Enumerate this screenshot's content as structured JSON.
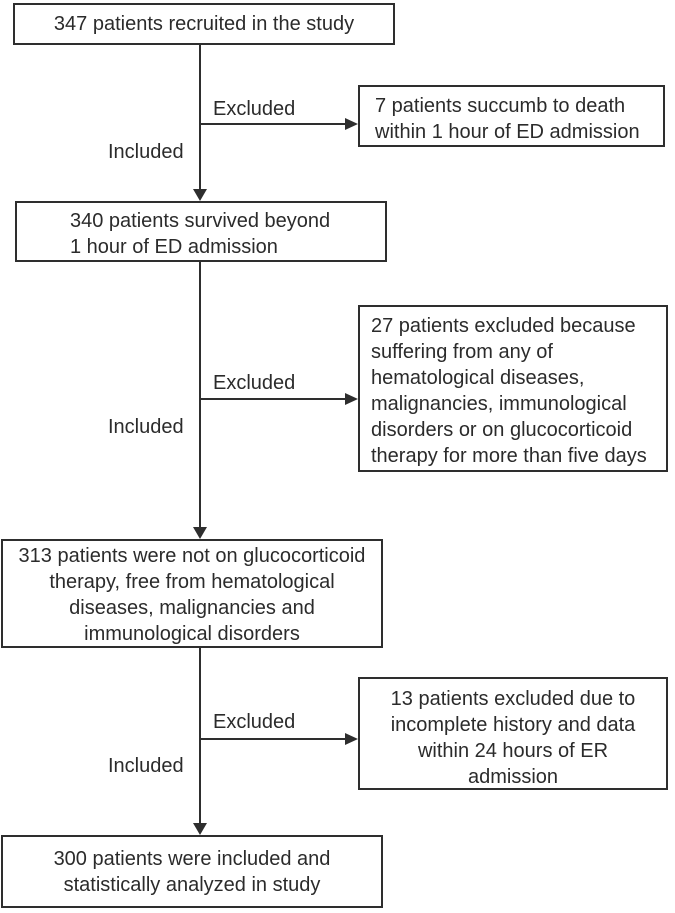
{
  "diagram": {
    "type": "flowchart",
    "colors": {
      "background": "#ffffff",
      "border": "#2e2e2e",
      "text": "#2b2b2b"
    },
    "main_boxes": [
      {
        "id": "recruited",
        "text": "347 patients recruited in the study"
      },
      {
        "id": "survived",
        "text": "340 patients survived beyond\n1 hour of ED admission"
      },
      {
        "id": "eligible",
        "text": "313 patients were not on glucocorticoid\ntherapy, free from hematological\ndiseases, malignancies and\nimmunological disorders"
      },
      {
        "id": "analyzed",
        "text": "300 patients were included and\nstatistically analyzed in study"
      }
    ],
    "exclusion_boxes": [
      {
        "id": "death",
        "text": "7 patients succumb to death\nwithin 1 hour of ED admission"
      },
      {
        "id": "comorbidity",
        "text": "27 patients excluded because\nsuffering from any of\nhematological diseases,\nmalignancies, immunological\ndisorders or on glucocorticoid\ntherapy for more than five days"
      },
      {
        "id": "incomplete-data",
        "text": "13 patients excluded due to\nincomplete history and data\nwithin 24 hours of ER\nadmission"
      }
    ],
    "branch_labels": {
      "excluded": "Excluded",
      "included": "Included"
    }
  }
}
